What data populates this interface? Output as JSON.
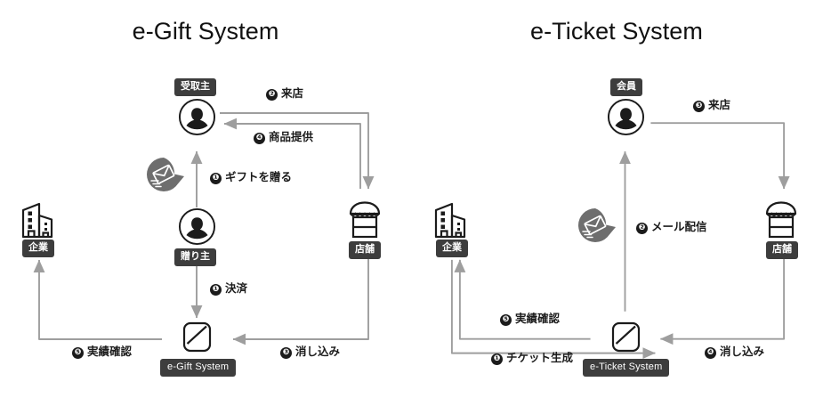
{
  "page": {
    "background": "#ffffff",
    "line_color": "#9e9e9e",
    "icon_color": "#1b1b1b",
    "tag_bg": "#3d3d3d",
    "tag_fg": "#ffffff",
    "bubble_color": "#6e6e6e"
  },
  "panels": [
    {
      "id": "e-gift",
      "title": "e-Gift System",
      "nodes": [
        {
          "key": "recipient",
          "label": "受取主",
          "icon": "person-icon",
          "label_position": "above"
        },
        {
          "key": "giver",
          "label": "贈り主",
          "icon": "person-icon",
          "label_position": "below"
        },
        {
          "key": "company",
          "label": "企業",
          "icon": "building-icon",
          "label_position": "below"
        },
        {
          "key": "store",
          "label": "店舗",
          "icon": "store-icon",
          "label_position": "below"
        },
        {
          "key": "system",
          "label": "e-Gift System",
          "icon": "gift-card-icon",
          "label_position": "below"
        }
      ],
      "flows": [
        {
          "num": "❶",
          "text": "ギフトを贈る",
          "from": "giver",
          "to": "recipient"
        },
        {
          "num": "❷",
          "text": "来店",
          "from": "recipient",
          "to": "store"
        },
        {
          "num": "❸",
          "text": "消し込み",
          "from": "store",
          "to": "system"
        },
        {
          "num": "❹",
          "text": "商品提供",
          "from": "store",
          "to": "recipient"
        },
        {
          "num": "❺",
          "text": "実績確認",
          "from": "system",
          "to": "company"
        },
        {
          "num": "❶",
          "text": "決済",
          "from": "giver",
          "to": "system"
        }
      ],
      "bubble": {
        "icon": "mail-bubble-icon"
      }
    },
    {
      "id": "e-ticket",
      "title": "e-Ticket System",
      "nodes": [
        {
          "key": "member",
          "label": "会員",
          "icon": "person-icon",
          "label_position": "above"
        },
        {
          "key": "company",
          "label": "企業",
          "icon": "building-icon",
          "label_position": "below"
        },
        {
          "key": "store",
          "label": "店舗",
          "icon": "store-icon",
          "label_position": "below"
        },
        {
          "key": "system",
          "label": "e-Ticket System",
          "icon": "ticket-card-icon",
          "label_position": "below"
        }
      ],
      "flows": [
        {
          "num": "❶",
          "text": "チケット生成",
          "from": "company",
          "to": "system"
        },
        {
          "num": "❷",
          "text": "メール配信",
          "from": "system",
          "to": "member"
        },
        {
          "num": "❸",
          "text": "来店",
          "from": "member",
          "to": "store"
        },
        {
          "num": "❹",
          "text": "消し込み",
          "from": "store",
          "to": "system"
        },
        {
          "num": "❺",
          "text": "実績確認",
          "from": "system",
          "to": "company"
        }
      ],
      "bubble": {
        "icon": "mail-bubble-icon"
      }
    }
  ]
}
